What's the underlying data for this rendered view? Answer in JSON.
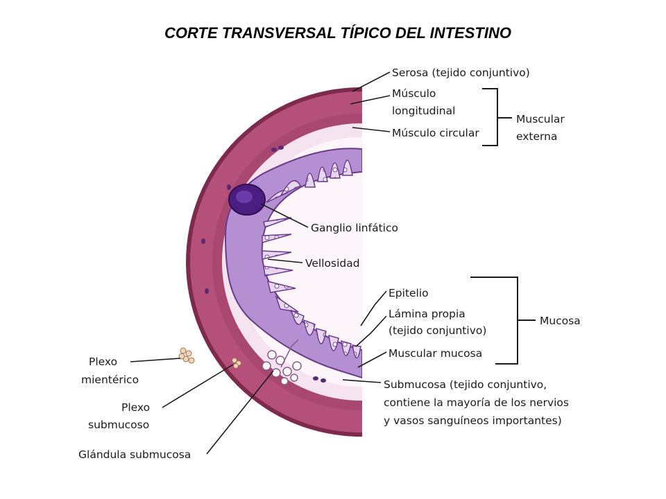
{
  "title": "CORTE TRANSVERSAL TÍPICO DEL INTESTINO",
  "labels": {
    "serosa": "Serosa (tejido conjuntivo)",
    "musculo_longitudinal_1": "Músculo",
    "musculo_longitudinal_2": "longitudinal",
    "musculo_circular": "Músculo circular",
    "muscular_externa_1": "Muscular",
    "muscular_externa_2": "externa",
    "ganglio_linfatico": "Ganglio linfático",
    "vellosidad": "Vellosidad",
    "epitelio": "Epitelio",
    "lamina_propia_1": "Lámina propia",
    "lamina_propia_2": "(tejido conjuntivo)",
    "mucosa": "Mucosa",
    "muscular_mucosa": "Muscular mucosa",
    "submucosa_1": "Submucosa (tejido conjuntivo,",
    "submucosa_2": "contiene la mayoría de los nervios",
    "submucosa_3": "y vasos sanguíneos importantes)",
    "plexo_mienterico_1": "Plexo",
    "plexo_mienterico_2": "mientérico",
    "plexo_submucoso_1": "Plexo",
    "plexo_submucoso_2": "submucoso",
    "glandula_submucosa": "Glándula submucosa"
  },
  "colors": {
    "serosa": "#7e2a4c",
    "longitudinal_muscle": "#9a3a60",
    "circular_muscle": "#a84a70",
    "submucosa": "#f4e0ee",
    "lumen": "#fbf3f8",
    "mucosa": "#b08ed0",
    "villus_outline": "#6a3a8a",
    "lymph_node": "#4a1e80"
  }
}
